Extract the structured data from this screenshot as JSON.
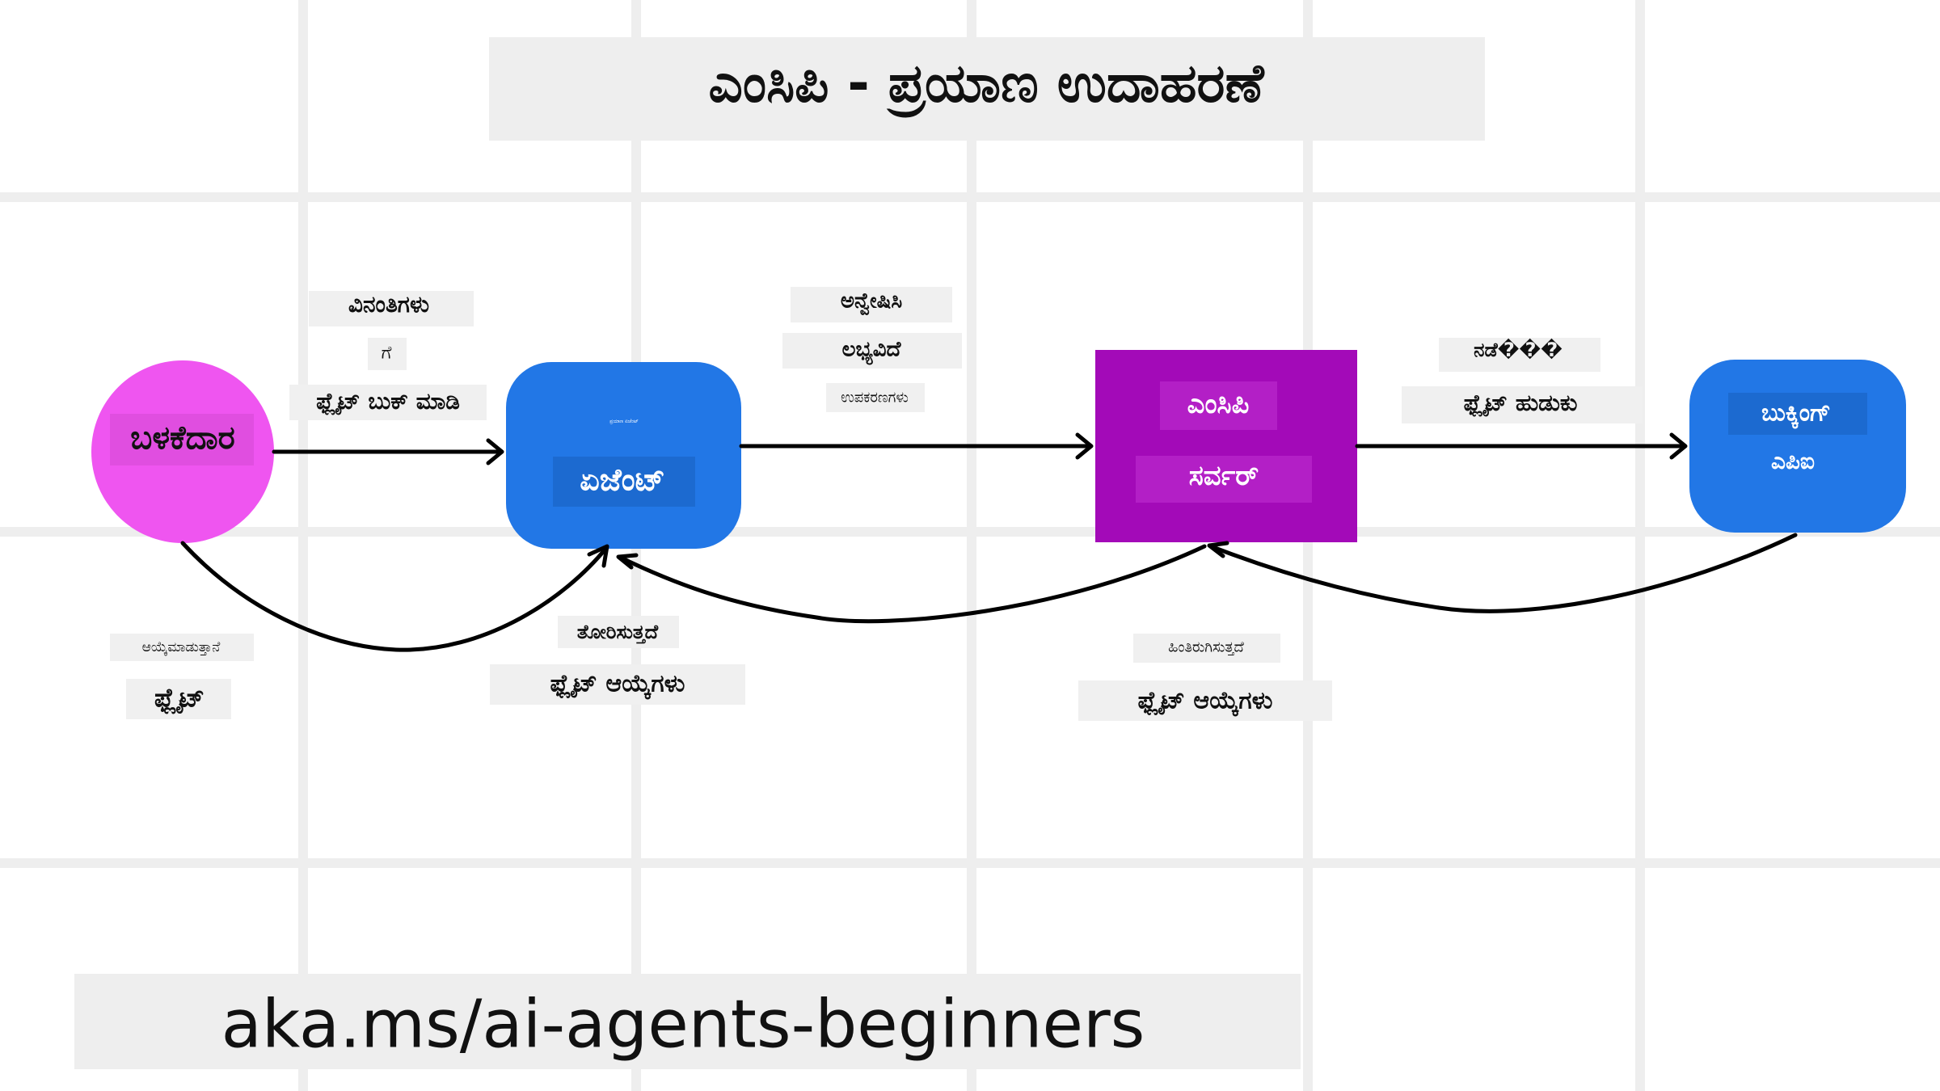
{
  "title": "ಎಂಸಿಪಿ - ಪ್ರಯಾಣ ಉದಾಹರಣೆ",
  "nodes": {
    "user": {
      "label": "ಬಳಕೆದಾರ",
      "color": "#ef55f0"
    },
    "agent": {
      "small_label": "ಪ್ರಯಾಣ ಏಜೆಂಟ್",
      "label": "ಏಜೆಂಟ್",
      "color": "#2277e6"
    },
    "server": {
      "line1": "ಎಂಸಿಪಿ",
      "line2": "ಸರ್ವರ್",
      "color": "#a30ab8"
    },
    "api": {
      "line1": "ಬುಕ್ಕಿಂಗ್",
      "line2": "ಎಪಿಐ",
      "color": "#2277e6"
    }
  },
  "edges": {
    "user_to_agent": [
      "ವಿನಂತಿಗಳು",
      "ಗೆ",
      "ಫ್ಲೈಟ್ ಬುಕ್ ಮಾಡಿ"
    ],
    "agent_to_server": [
      "ಅನ್ವೇಷಿಸಿ",
      "ಲಭ್ಯವಿದೆ",
      "ಉಪಕರಣಗಳು"
    ],
    "server_to_api": [
      "ನಡೆ���",
      "ಫ್ಲೈಟ್ ಹುಡುಕು"
    ],
    "agent_to_user": [
      "ಆಯ್ಕೆಮಾಡುತ್ತಾನೆ",
      "ಫ್ಲೈಟ್"
    ],
    "server_to_agent": [
      "ತೋರಿಸುತ್ತದೆ",
      "ಫ್ಲೈಟ್ ಆಯ್ಕೆಗಳು"
    ],
    "api_to_server": [
      "ಹಿಂತಿರುಗಿಸುತ್ತದೆ",
      "ಫ್ಲೈಟ್ ಆಯ್ಕೆಗಳು"
    ]
  },
  "footer": "aka.ms/ai-agents-beginners"
}
